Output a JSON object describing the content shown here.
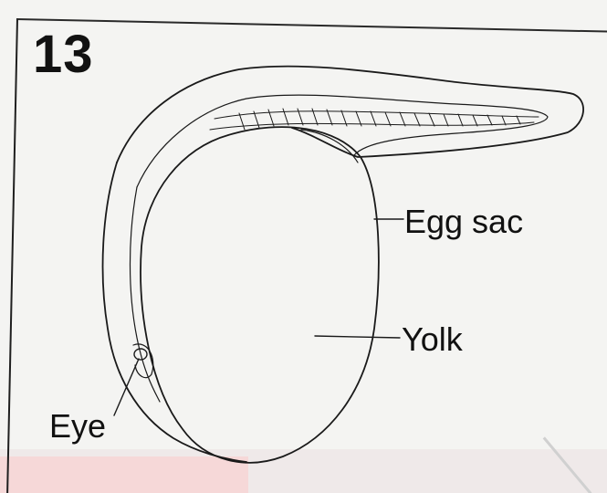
{
  "figure": {
    "number": "13"
  },
  "labels": {
    "egg_sac": "Egg sac",
    "yolk": "Yolk",
    "eye": "Eye"
  },
  "colors": {
    "ink": "#1a1a1a",
    "paper": "#f4f4f2"
  }
}
